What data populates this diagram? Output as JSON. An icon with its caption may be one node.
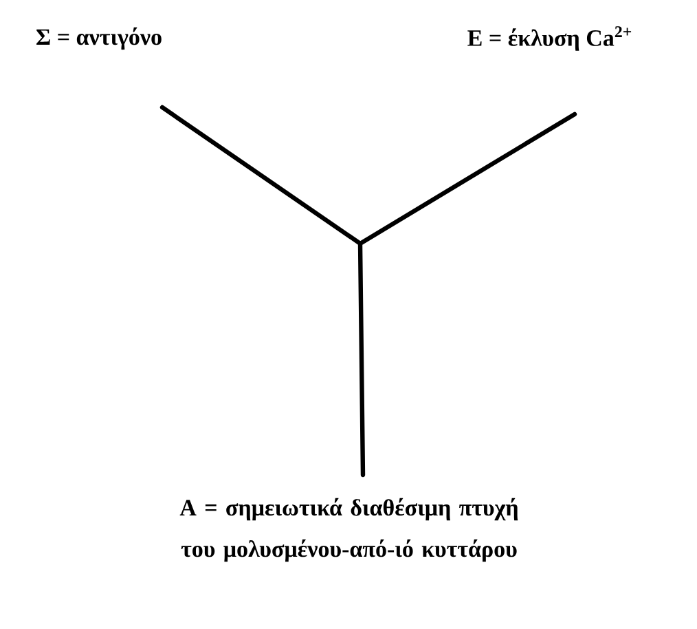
{
  "diagram": {
    "labels": [
      "Σ = αντιγόνο",
      "E = έκλυση Ca$^{2+}$",
      "A = σημειωτικά διαθέσιμη πτυχή του μολυσμένου-από-ιό κυττάρου"
    ]
  }
}
